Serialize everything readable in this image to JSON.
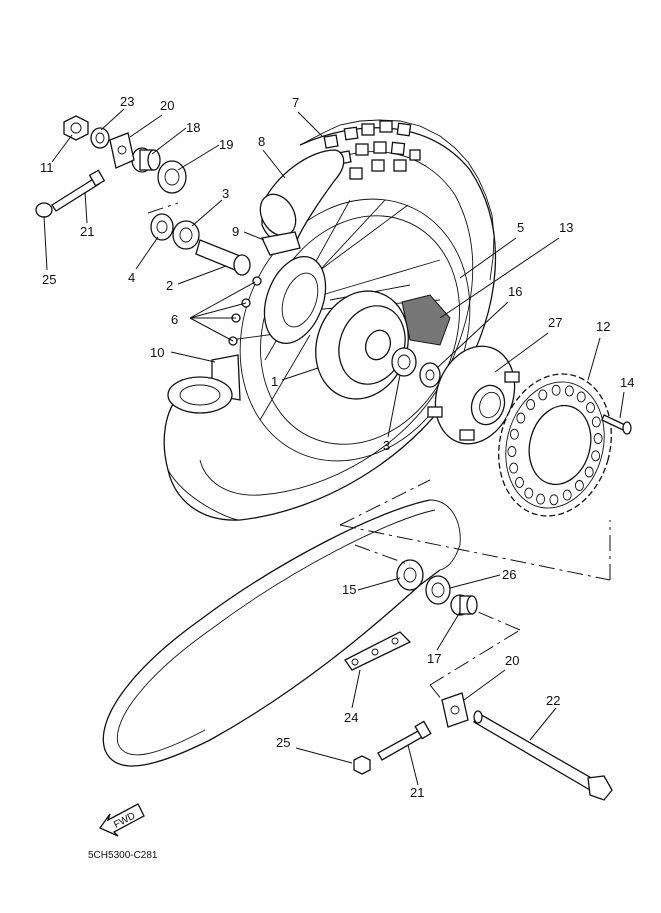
{
  "diagram_code": "5CH5300-C281",
  "fwd_label": "FWD",
  "callouts": [
    {
      "id": "c23",
      "text": "23"
    },
    {
      "id": "c20a",
      "text": "20"
    },
    {
      "id": "c18",
      "text": "18"
    },
    {
      "id": "c19",
      "text": "19"
    },
    {
      "id": "c11",
      "text": "11"
    },
    {
      "id": "c21a",
      "text": "21"
    },
    {
      "id": "c25a",
      "text": "25"
    },
    {
      "id": "c3a",
      "text": "3"
    },
    {
      "id": "c4",
      "text": "4"
    },
    {
      "id": "c2",
      "text": "2"
    },
    {
      "id": "c6",
      "text": "6"
    },
    {
      "id": "c10",
      "text": "10"
    },
    {
      "id": "c1",
      "text": "1"
    },
    {
      "id": "c3b",
      "text": "3"
    },
    {
      "id": "c7",
      "text": "7"
    },
    {
      "id": "c8",
      "text": "8"
    },
    {
      "id": "c9",
      "text": "9"
    },
    {
      "id": "c5",
      "text": "5"
    },
    {
      "id": "c13",
      "text": "13"
    },
    {
      "id": "c16",
      "text": "16"
    },
    {
      "id": "c27",
      "text": "27"
    },
    {
      "id": "c12",
      "text": "12"
    },
    {
      "id": "c14",
      "text": "14"
    },
    {
      "id": "c15",
      "text": "15"
    },
    {
      "id": "c26",
      "text": "26"
    },
    {
      "id": "c17",
      "text": "17"
    },
    {
      "id": "c20b",
      "text": "20"
    },
    {
      "id": "c22",
      "text": "22"
    },
    {
      "id": "c24",
      "text": "24"
    },
    {
      "id": "c25b",
      "text": "25"
    },
    {
      "id": "c21b",
      "text": "21"
    }
  ]
}
